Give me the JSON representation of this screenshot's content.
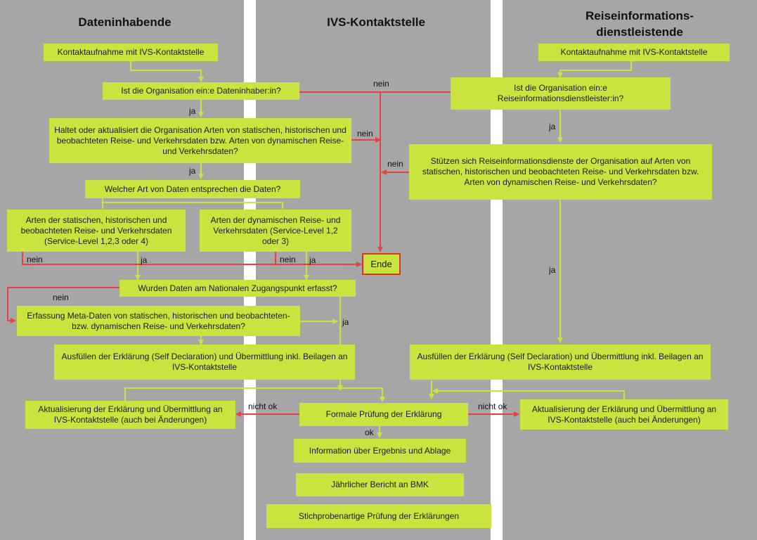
{
  "lanes": {
    "left": "Dateninhabende",
    "middle": "IVS-Kontaktstelle",
    "right_line1": "Reiseinformations-",
    "right_line2": "dienstleistende"
  },
  "colors": {
    "lane": "#a6a6a6",
    "box": "#cbe33f",
    "arrow_yes": "#cbe33f",
    "arrow_no": "#e8403a",
    "separator": "#ffffff"
  },
  "boxes": {
    "l_contact": "Kontaktaufnahme mit IVS-Kontaktstelle",
    "l_q_owner": "Ist die Organisation ein:e Dateninhaber:in?",
    "l_q_holds": "Haltet oder aktualisiert die Organisation Arten von statischen, historischen und beobachteten Reise- und Verkehrsdaten bzw. Arten von dynamischen Reise- und Verkehrsdaten?",
    "l_q_kind": "Welcher Art von Daten entsprechen die Daten?",
    "l_static": "Arten der statischen, historischen und beobachteten Reise- und Verkehrsdaten (Service-Level 1,2,3 oder 4)",
    "l_dynamic": "Arten der dynamischen Reise- und Verkehrsdaten (Service-Level 1,2 oder 3)",
    "l_q_nap": "Wurden Daten am Nationalen Zugangspunkt erfasst?",
    "l_meta": "Erfassung Meta-Daten von statischen, historischen und beobachteten- bzw. dynamischen Reise- und Verkehrsdaten?",
    "l_declare": "Ausfüllen der Erklärung (Self Declaration) und Übermittlung inkl. Beilagen an IVS-Kontaktstelle",
    "l_update": "Aktualisierung der Erklärung und Übermittlung an IVS-Kontaktstelle (auch bei Änderungen)",
    "end": "Ende",
    "m_check": "Formale Prüfung der Erklärung",
    "m_info": "Information über Ergebnis und Ablage",
    "m_report": "Jährlicher Bericht an BMK",
    "m_sample": "Stichprobenartige Prüfung der Erklärungen",
    "r_contact": "Kontaktaufnahme mit IVS-Kontaktstelle",
    "r_q_provider": "Ist die Organisation ein:e Reiseinformationsdienstleister:in?",
    "r_q_rely": "Stützen sich Reiseinformationsdienste der Organisation auf Arten von statischen, historischen und beobachteten Reise- und Verkehrsdaten bzw. Arten von dynamischen Reise- und Verkehrsdaten?",
    "r_declare": "Ausfüllen der Erklärung (Self Declaration) und Übermittlung inkl. Beilagen an IVS-Kontaktstelle",
    "r_update": "Aktualisierung der Erklärung und Übermittlung an IVS-Kontaktstelle (auch bei Änderungen)"
  },
  "labels": {
    "ja": "ja",
    "nein": "nein",
    "ok": "ok",
    "nicht_ok": "nicht ok"
  }
}
